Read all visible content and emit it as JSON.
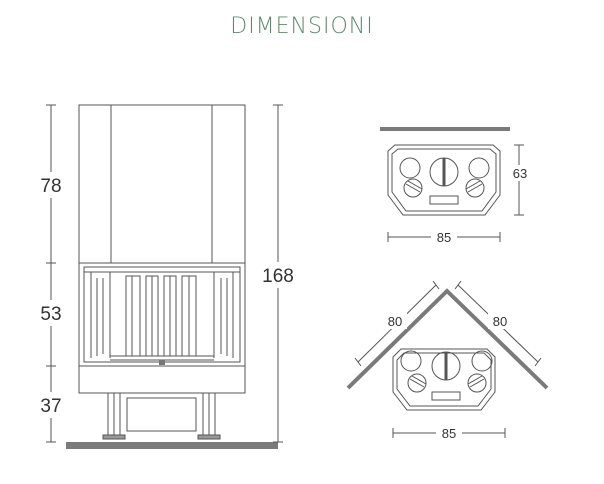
{
  "title": "DIMENSIONI",
  "front_view": {
    "height_segments": [
      "78",
      "53",
      "37"
    ],
    "total_height": "168"
  },
  "top_view_flat": {
    "width": "85",
    "depth": "63"
  },
  "top_view_corner": {
    "wall_left": "80",
    "wall_right": "80",
    "width": "85"
  },
  "colors": {
    "title": "#5f8a70",
    "floor": "#777777",
    "line": "#444444"
  }
}
